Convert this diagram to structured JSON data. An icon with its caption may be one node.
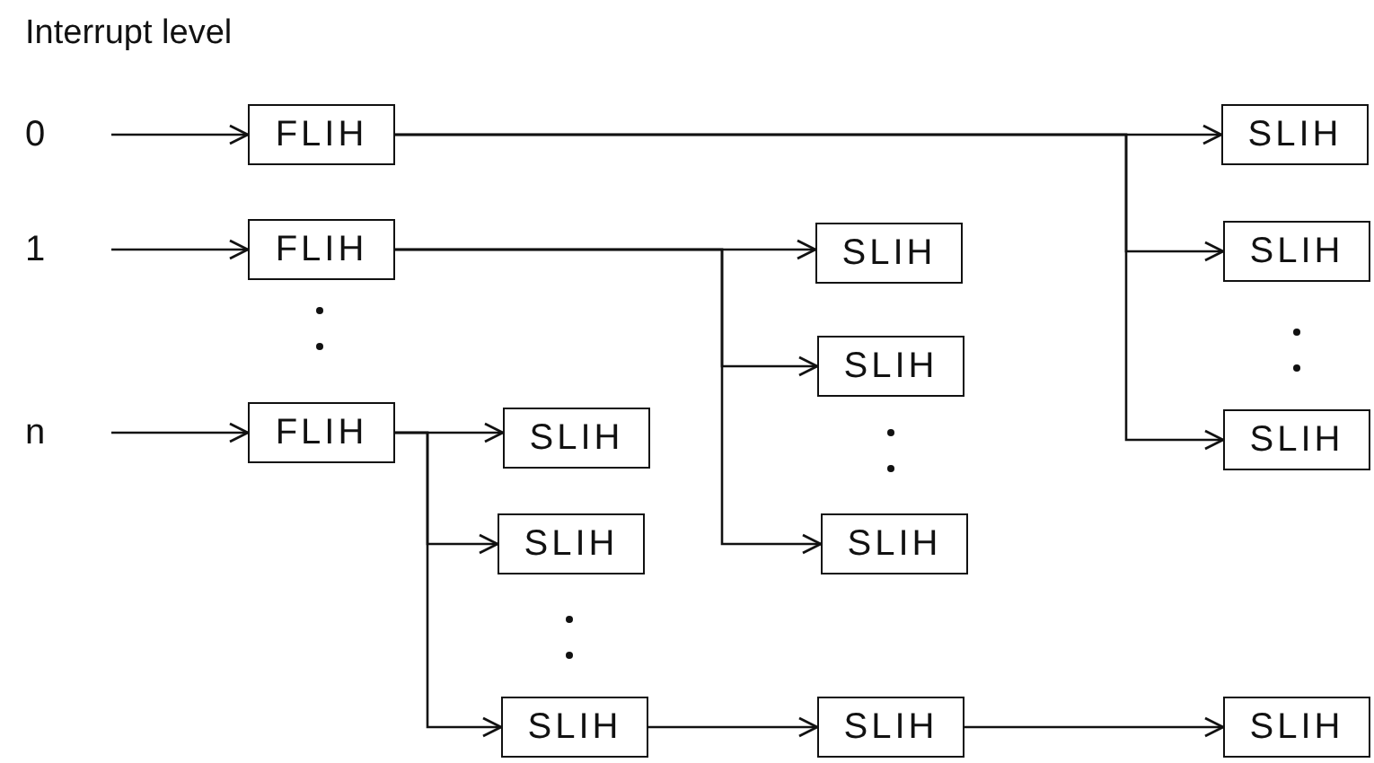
{
  "diagram": {
    "nodes": [
      {
        "text": [
          "0"
        ]
      },
      {
        "text": [
          "FLIH"
        ]
      },
      {
        "text": [
          "1"
        ]
      },
      {
        "text": [
          "FLIH"
        ]
      },
      {
        "text": [
          "n"
        ]
      },
      {
        "text": [
          "FLIH"
        ]
      },
      {
        "text": [
          "SLIH"
        ]
      },
      {
        "text": [
          "SLIH"
        ]
      },
      {
        "text": [
          "SLIH"
        ]
      },
      {
        "text": [
          "SLIH"
        ]
      },
      {
        "text": [
          "SLIH"
        ]
      },
      {
        "text": [
          "SLIH"
        ]
      },
      {
        "text": [
          "SLIH"
        ]
      },
      {
        "text": [
          "SLIH"
        ]
      },
      {
        "text": [
          "SLIH"
        ]
      },
      {
        "text": [
          "SLIH"
        ]
      },
      {
        "text": [
          "SLIH"
        ]
      }
    ],
    "edges": [
      {
        "from": 0,
        "to": 1,
        "arrow": "to"
      },
      {
        "from": 2,
        "to": 3,
        "arrow": "to"
      },
      {
        "from": 4,
        "to": 5,
        "arrow": "to"
      },
      {
        "from": 1,
        "to": 13,
        "arrow": "to"
      },
      {
        "from": 1,
        "to": 14,
        "arrow": "to"
      },
      {
        "from": 1,
        "to": 15,
        "arrow": "to"
      },
      {
        "from": 3,
        "to": 9,
        "arrow": "to"
      },
      {
        "from": 3,
        "to": 10,
        "arrow": "to"
      },
      {
        "from": 3,
        "to": 11,
        "arrow": "to"
      },
      {
        "from": 5,
        "to": 6,
        "arrow": "to"
      },
      {
        "from": 5,
        "to": 7,
        "arrow": "to"
      },
      {
        "from": 5,
        "to": 8,
        "arrow": "to"
      },
      {
        "from": 8,
        "to": 12,
        "arrow": "to"
      },
      {
        "from": 12,
        "to": 16,
        "arrow": "to"
      }
    ],
    "labels": [
      "Interrupt level"
    ]
  }
}
